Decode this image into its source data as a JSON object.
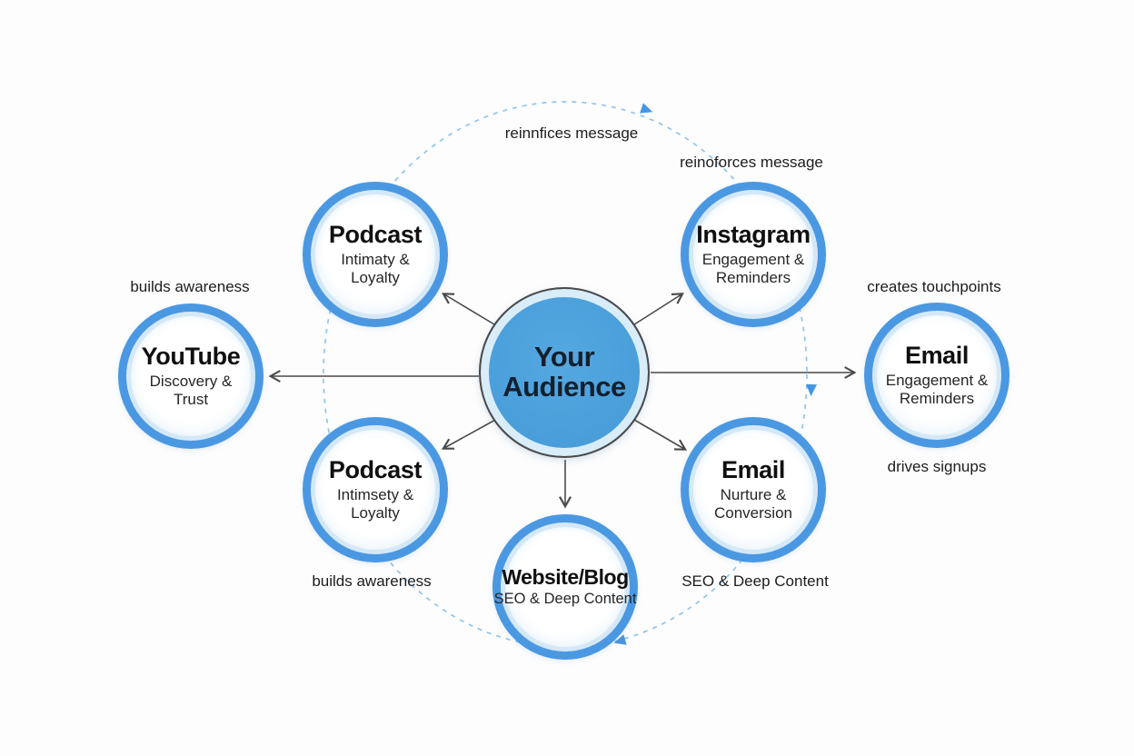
{
  "diagram": {
    "type": "hub-and-spoke marketing channel flywheel",
    "background": "#fdfdfd"
  },
  "colors": {
    "node_ring": "#4b98e2",
    "node_ring_inner": "#d3e7f7",
    "center_fill": "#4a9fdb",
    "center_inner_ring": "#d9edf9",
    "center_outline": "#4a4a4a",
    "spoke_arrow": "#4a4a4a",
    "flow_ellipse_dash": "#8fc5ee",
    "flow_arrowhead": "#4596e0",
    "text": "#1a1a1a"
  },
  "center": {
    "line1": "Your",
    "line2": "Audience"
  },
  "nodes": {
    "podcast_top": {
      "title": "Podcast",
      "subtitle": "Intimaty & Loyalty"
    },
    "instagram": {
      "title": "Instagram",
      "subtitle": "Engagement & Reminders"
    },
    "youtube": {
      "title": "YouTube",
      "subtitle": "Discovery & Trust"
    },
    "email_right": {
      "title": "Email",
      "subtitle": "Engagement & Reminders"
    },
    "podcast_bottom": {
      "title": "Podcast",
      "subtitle": "Intimsety & Loyalty"
    },
    "email_bottom": {
      "title": "Email",
      "subtitle": "Nurture & Conversion"
    },
    "website": {
      "title": "Website/Blog",
      "subtitle": "SEO & Deep Content"
    }
  },
  "labels": {
    "reinforces_top": "reinnfices message",
    "reinforces_right": "reinoforces message",
    "builds_awareness_left": "builds awareness",
    "creates_touchpoints": "creates touchpoints",
    "drives_signups": "drives signups",
    "builds_awareness_bottom": "builds awareness",
    "seo_deep_content": "SEO & Deep Content"
  }
}
